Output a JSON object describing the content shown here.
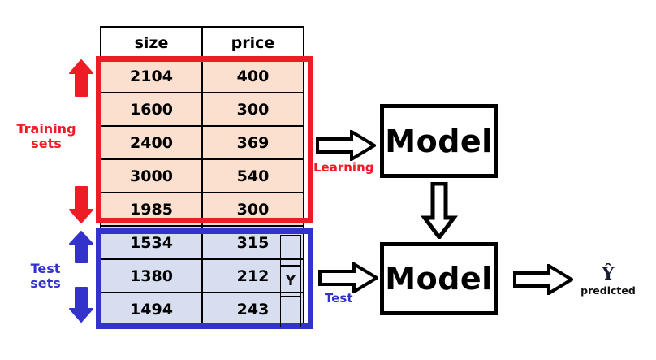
{
  "table": {
    "headers": [
      "size",
      "price"
    ],
    "training_rows": [
      [
        "2104",
        "400"
      ],
      [
        "1600",
        "300"
      ],
      [
        "2400",
        "369"
      ],
      [
        "3000",
        "540"
      ],
      [
        "1985",
        "300"
      ]
    ],
    "test_rows": [
      [
        "1534",
        "315"
      ],
      [
        "1380",
        "212"
      ],
      [
        "1494",
        "243"
      ]
    ]
  },
  "annotations": {
    "y_label": "Y",
    "training_label": "Training\nsets",
    "training_label_line1": "Training",
    "training_label_line2": "sets",
    "test_label_line1": "Test",
    "test_label_line2": "sets"
  },
  "flow": {
    "model_top_label": "Model",
    "model_bottom_label": "Model",
    "learning_label": "Learning",
    "test_label": "Test",
    "predicted_symbol": "Ŷ",
    "predicted_caption": "predicted"
  },
  "colors": {
    "training_border": "#EE1C25",
    "training_fill": "#FBE0D0",
    "test_border": "#3333CC",
    "test_fill": "#D6DEF0",
    "box_border": "#000000",
    "arrow_outline": "#000000"
  }
}
